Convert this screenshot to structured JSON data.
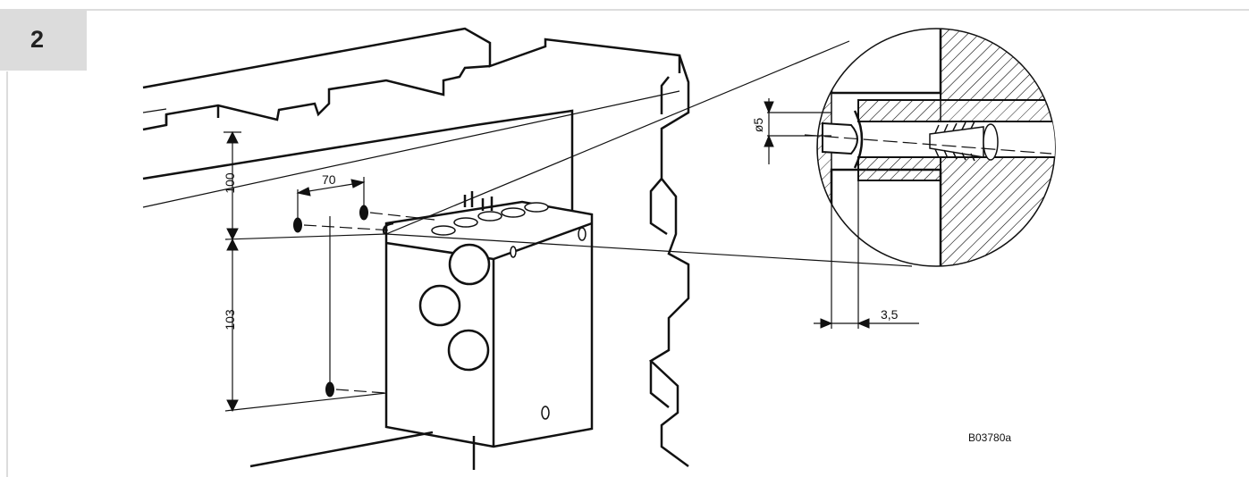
{
  "step": {
    "number": "2"
  },
  "dimensions": {
    "top_distance": "100",
    "hole_spacing": "70",
    "vertical_spacing": "103",
    "hole_diameter": "ø5",
    "screw_offset": "3,5"
  },
  "figure_code": "B03780a"
}
